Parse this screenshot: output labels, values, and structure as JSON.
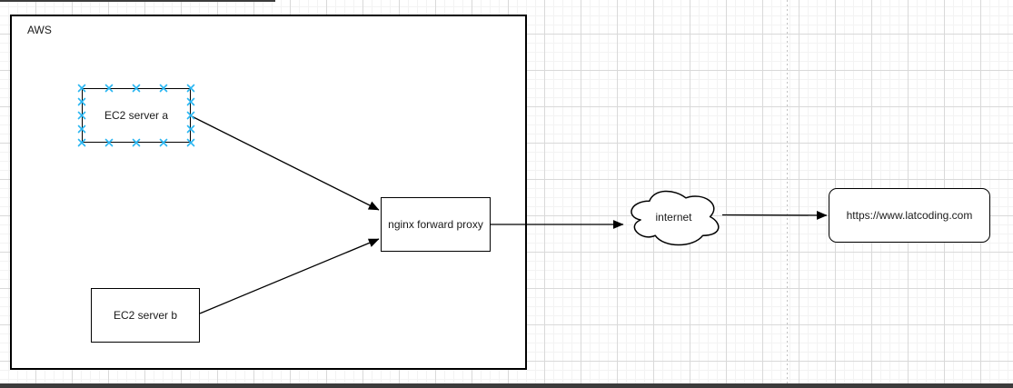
{
  "diagram": {
    "container_label": "AWS",
    "nodes": {
      "ec2a": {
        "label": "EC2 server a",
        "selected": true
      },
      "ec2b": {
        "label": "EC2 server b"
      },
      "nginx": {
        "label": "nginx forward proxy"
      },
      "internet": {
        "label": "internet"
      },
      "site": {
        "label": "https://www.latcoding.com"
      }
    },
    "edges": [
      {
        "from": "EC2 server a",
        "to": "nginx forward proxy"
      },
      {
        "from": "EC2 server b",
        "to": "nginx forward proxy"
      },
      {
        "from": "nginx forward proxy",
        "to": "internet"
      },
      {
        "from": "internet",
        "to": "https://www.latcoding.com"
      }
    ],
    "colors": {
      "stroke": "#000000",
      "shape_fill": "#ffffff",
      "selection_handles": "#29b6f2",
      "grid_minor": "#f3f3f3",
      "grid_major": "#d9d9d9",
      "page_divider": "#c2c2c2",
      "window_edge": "#3c3c3c"
    }
  }
}
